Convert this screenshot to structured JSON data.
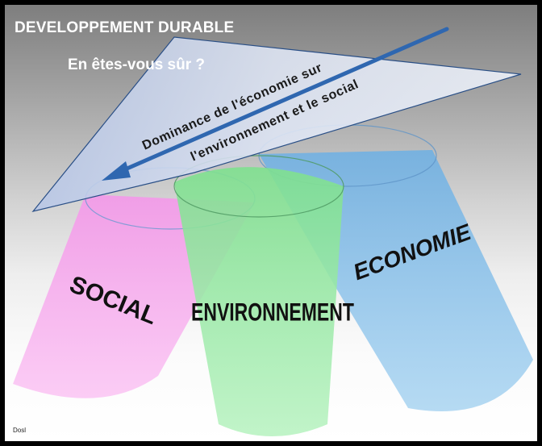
{
  "title": "DEVELOPPEMENT  DURABLE",
  "subtitle": "En êtes-vous sûr ?",
  "banner": {
    "line1": "Dominance de l'économie sur",
    "line2": "l'environnement et le social"
  },
  "pillars": [
    {
      "name": "social",
      "label": "SOCIAL",
      "color": "#f5a8ec"
    },
    {
      "name": "environnement",
      "label": "ENVIRONNEMENT",
      "color": "#9de9a9"
    },
    {
      "name": "economie",
      "label": "ECONOMIE",
      "color": "#8fc4ea"
    }
  ],
  "credit": "Dosl",
  "colors": {
    "banner_fill": "#d7e0f1",
    "arrow": "#2f67b0"
  }
}
